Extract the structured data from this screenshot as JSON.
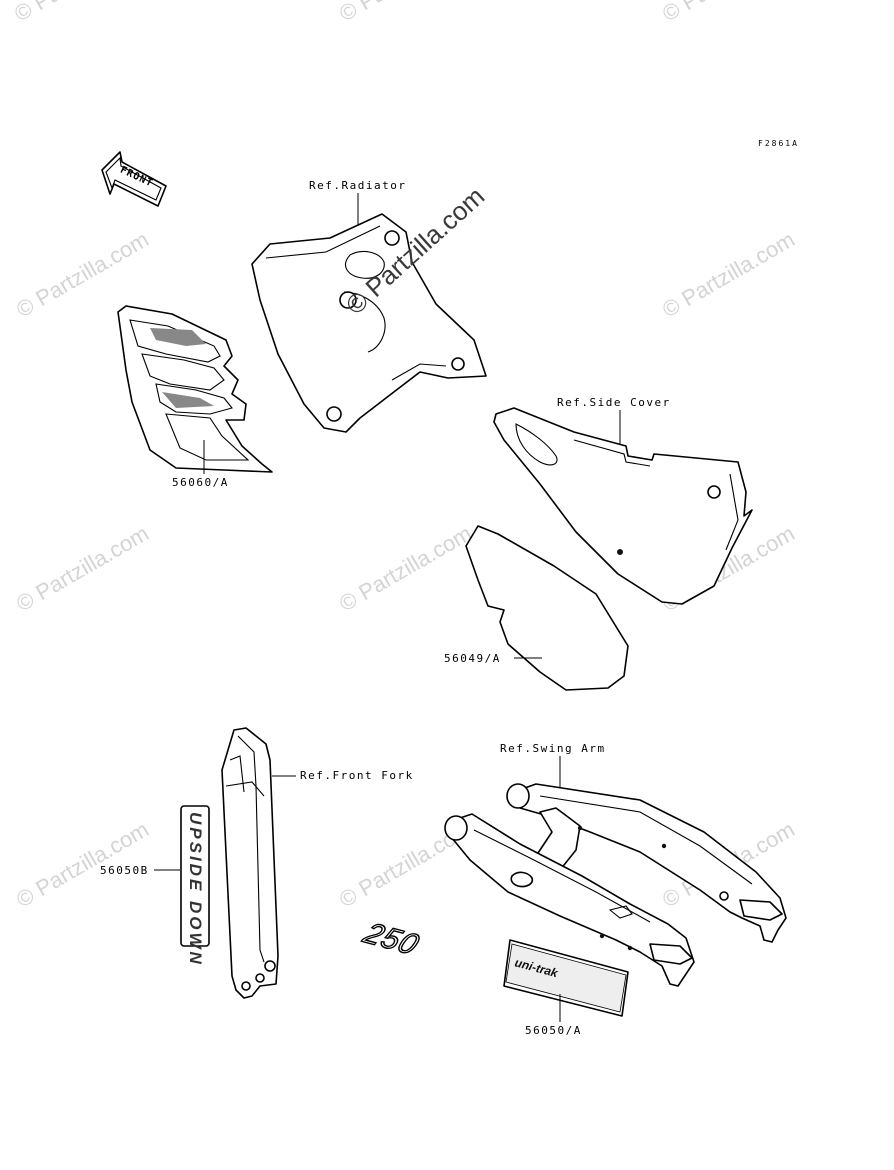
{
  "figure_code": "F2861A",
  "front_label": "FRONT",
  "watermark_text": "© Partzilla.com",
  "callouts": {
    "ref_radiator": "Ref.Radiator",
    "ref_side_cover": "Ref.Side Cover",
    "ref_front_fork": "Ref.Front Fork",
    "ref_swing_arm": "Ref.Swing Arm",
    "part_56060": "56060/A",
    "part_56049": "56049/A",
    "part_56050b": "56050B",
    "part_56050a": "56050/A"
  },
  "decal_text": {
    "fork_decal": "UPSIDE DOWN",
    "swing_decal_script": "uni-trak",
    "swing_decal_number": "250"
  }
}
